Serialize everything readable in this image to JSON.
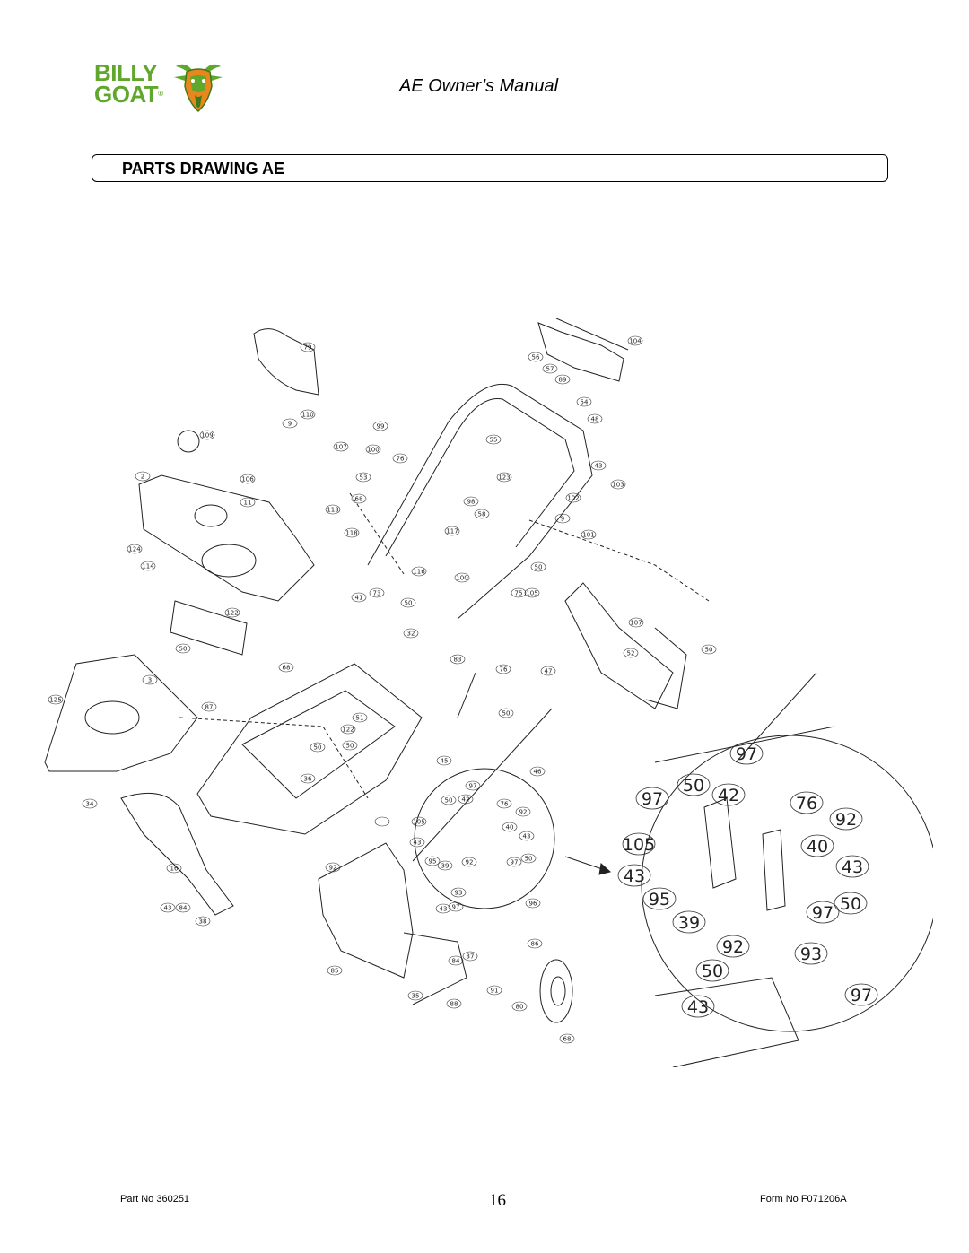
{
  "header": {
    "logo_line1": "BILLY",
    "logo_line2": "GOAT",
    "logo_reg": "®",
    "title": "AE Owner’s Manual"
  },
  "section": {
    "title": "PARTS DRAWING AE"
  },
  "drawing": {
    "main_callouts": [
      "79",
      "104",
      "56",
      "57",
      "89",
      "54",
      "48",
      "9",
      "110",
      "109",
      "107",
      "99",
      "100",
      "76",
      "55",
      "2",
      "106",
      "11",
      "113",
      "53",
      "68",
      "123",
      "98",
      "58",
      "43",
      "103",
      "102",
      "9",
      "101",
      "118",
      "117",
      "116",
      "124",
      "114",
      "122",
      "50",
      "41",
      "73",
      "50",
      "32",
      "100",
      "50",
      "75",
      "105",
      "107",
      "52",
      "50",
      "83",
      "76",
      "47",
      "50",
      "68",
      "3",
      "125",
      "87",
      "51",
      "122",
      "50",
      "50",
      "36",
      "45",
      "46",
      "97",
      "50",
      "42",
      "76",
      "92",
      "105",
      "43",
      "40",
      "43",
      "95",
      "39",
      "92",
      "97",
      "50",
      "93",
      "43",
      "97",
      "96",
      "86",
      "85",
      "84",
      "37",
      "35",
      "88",
      "91",
      "80",
      "68",
      "34",
      "16",
      "43",
      "84",
      "38",
      "92"
    ],
    "detail_callouts": [
      "97",
      "50",
      "42",
      "76",
      "97",
      "92",
      "105",
      "40",
      "43",
      "43",
      "95",
      "50",
      "39",
      "97",
      "92",
      "93",
      "50",
      "43",
      "97"
    ]
  },
  "footer": {
    "part_no": "Part No 360251",
    "page_number": "16",
    "form_no": "Form No F071206A"
  },
  "colors": {
    "logo_green": "#5fa82b",
    "logo_orange": "#e8871e",
    "line_color": "#222222"
  }
}
